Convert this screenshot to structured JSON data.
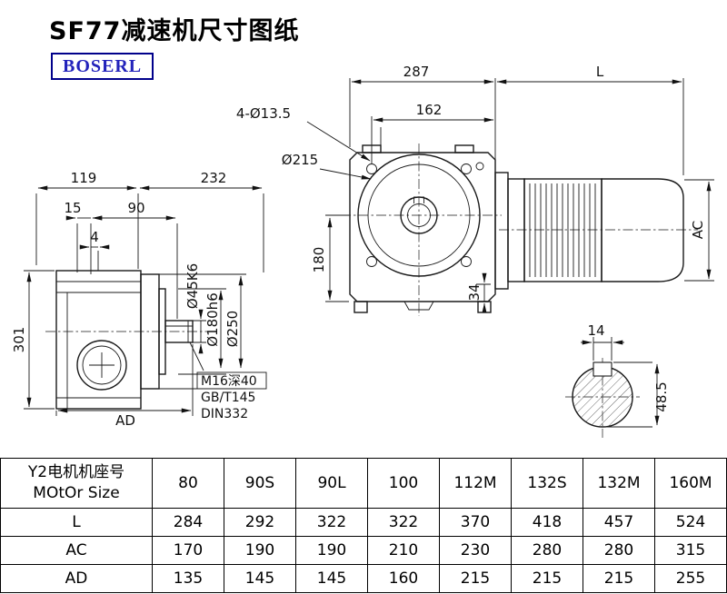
{
  "page": {
    "title": "SF77减速机尺寸图纸",
    "logo": "BOSERL"
  },
  "drawing": {
    "front_view": {
      "dim_287": "287",
      "dim_L": "L",
      "dim_162": "162",
      "holes_label": "4-Ø13.5",
      "dia_215": "Ø215",
      "dim_180": "180",
      "dim_34": "34",
      "dim_AC": "AC"
    },
    "side_view": {
      "dim_119": "119",
      "dim_232": "232",
      "dim_15": "15",
      "dim_90": "90",
      "dim_4": "4",
      "dim_301": "301",
      "dim_AD": "AD",
      "dia_45": "Ø45K6",
      "dia_180": "Ø180h6",
      "dia_250": "Ø250",
      "note_thread": "M16深40",
      "note_gb": "GB/T145",
      "note_din": "DIN332"
    },
    "shaft_section": {
      "dim_14": "14",
      "dim_48_5": "48.5"
    }
  },
  "table": {
    "header": {
      "line1": "Y2电机机座号",
      "line2": "MOtOr Size"
    },
    "columns": [
      "80",
      "90S",
      "90L",
      "100",
      "112M",
      "132S",
      "132M",
      "160M"
    ],
    "rows": [
      {
        "label": "L",
        "values": [
          "284",
          "292",
          "322",
          "322",
          "370",
          "418",
          "457",
          "524"
        ]
      },
      {
        "label": "AC",
        "values": [
          "170",
          "190",
          "190",
          "210",
          "230",
          "280",
          "280",
          "315"
        ]
      },
      {
        "label": "AD",
        "values": [
          "135",
          "145",
          "145",
          "160",
          "215",
          "215",
          "215",
          "255"
        ]
      }
    ]
  }
}
